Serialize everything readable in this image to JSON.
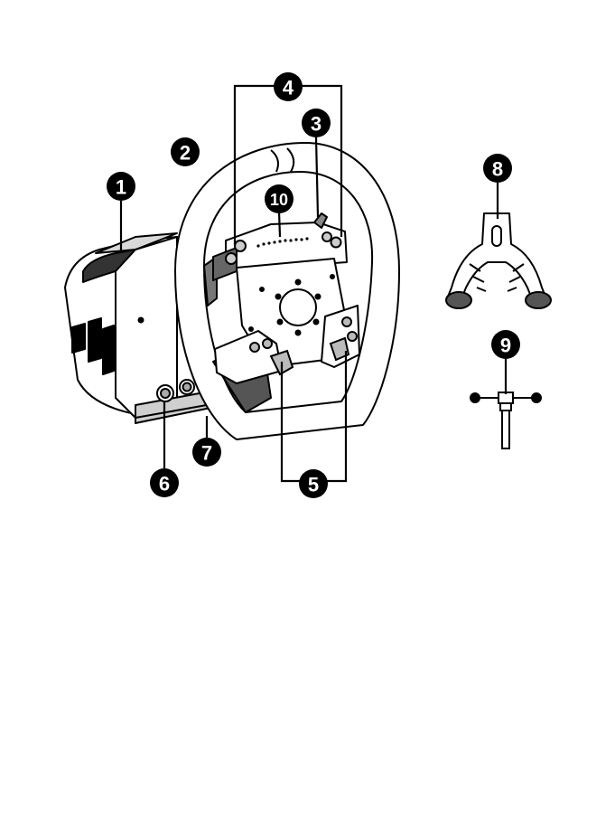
{
  "diagram": {
    "callouts": [
      {
        "label": "1"
      },
      {
        "label": "2"
      },
      {
        "label": "3"
      },
      {
        "label": "4"
      },
      {
        "label": "5"
      },
      {
        "label": "6"
      },
      {
        "label": "7"
      },
      {
        "label": "8"
      },
      {
        "label": "9"
      },
      {
        "label": "10"
      }
    ],
    "colors": {
      "line": "#000000",
      "fill": "#ffffff",
      "badge": "#000000",
      "shade": "#555555"
    }
  }
}
